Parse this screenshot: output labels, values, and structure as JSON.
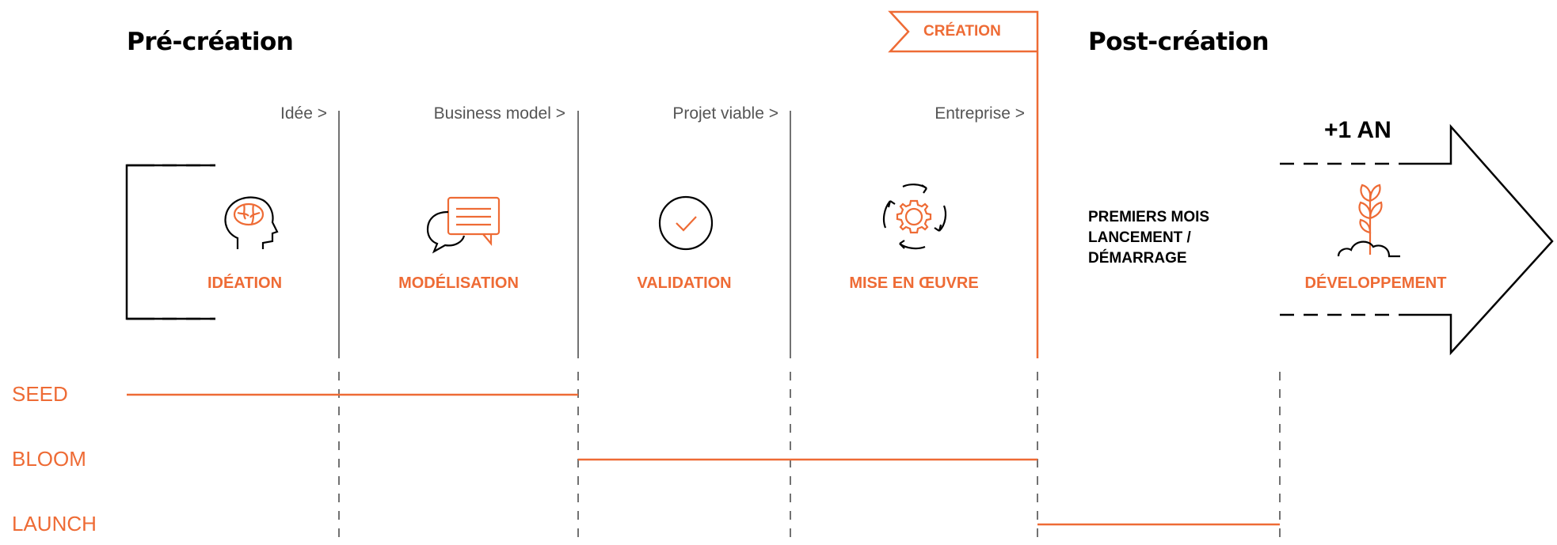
{
  "headers": {
    "pre": "Pré-création",
    "post": "Post-création"
  },
  "flag": {
    "label": "CRÉATION"
  },
  "milestones": [
    "Idée >",
    "Business model >",
    "Projet viable >",
    "Entreprise >"
  ],
  "stages": [
    {
      "label": "IDÉATION",
      "icon": "brain-head-icon"
    },
    {
      "label": "MODÉLISATION",
      "icon": "chat-bubbles-icon"
    },
    {
      "label": "VALIDATION",
      "icon": "check-circle-icon"
    },
    {
      "label": "MISE EN ŒUVRE",
      "icon": "gear-cycle-icon"
    }
  ],
  "post_phase": {
    "lines": [
      "PREMIERS MOIS",
      "LANCEMENT /",
      "DÉMARRAGE"
    ],
    "arrow_label": "+1 AN",
    "stage_label": "DÉVELOPPEMENT",
    "stage_icon": "sprout-icon"
  },
  "programs": [
    "SEED",
    "BLOOM",
    "LAUNCH"
  ],
  "colors": {
    "accent": "#ee6b35",
    "text": "#000000",
    "muted": "#555555"
  }
}
